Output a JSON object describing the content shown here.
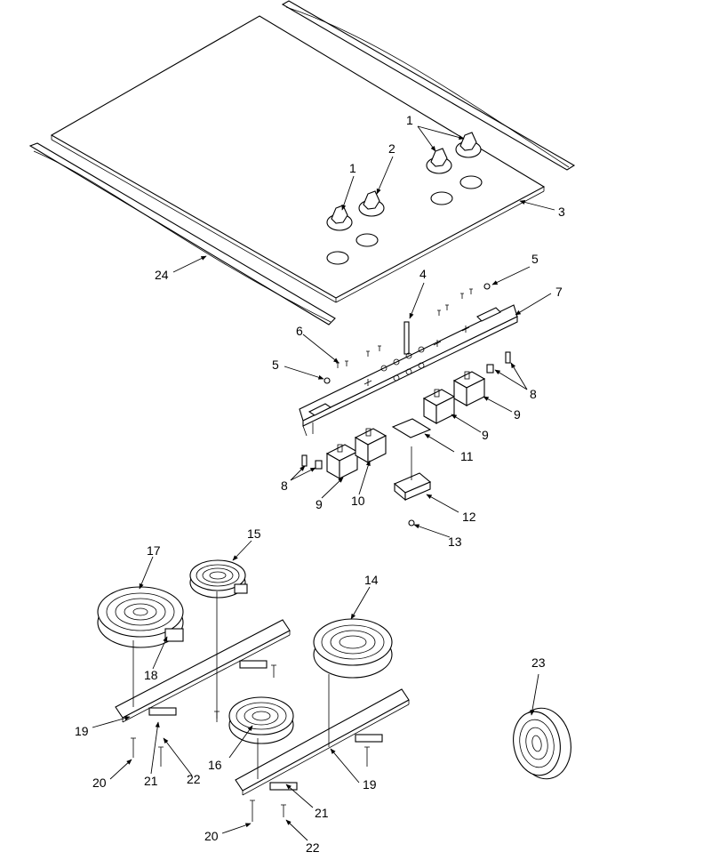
{
  "callouts": {
    "c1a": "1",
    "c1b": "1",
    "c2": "2",
    "c3": "3",
    "c4": "4",
    "c5a": "5",
    "c5b": "5",
    "c6": "6",
    "c7": "7",
    "c8a": "8",
    "c8b": "8",
    "c9a": "9",
    "c9b": "9",
    "c9c": "9",
    "c10": "10",
    "c11": "11",
    "c12": "12",
    "c13": "13",
    "c14": "14",
    "c15": "15",
    "c16": "16",
    "c17": "17",
    "c18": "18",
    "c19a": "19",
    "c19b": "19",
    "c20a": "20",
    "c20b": "20",
    "c21a": "21",
    "c21b": "21",
    "c22a": "22",
    "c22b": "22",
    "c23": "23",
    "c24": "24"
  }
}
